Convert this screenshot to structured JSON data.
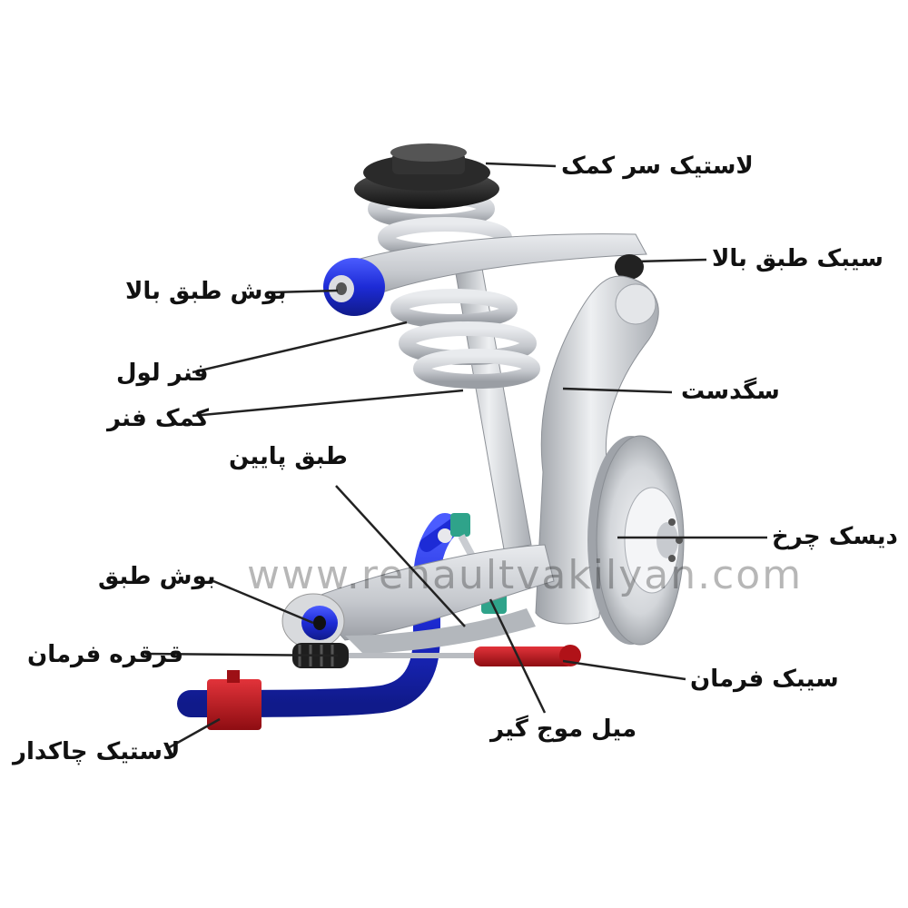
{
  "labels": {
    "strut_mount": "لاستیک سر کمک",
    "upper_ball_joint": "سیبک طبق بالا",
    "upper_arm_bushing": "بوش طبق بالا",
    "coil_spring": "فنر لول",
    "knuckle": "سگدست",
    "shock_absorber": "کمک فنر",
    "lower_arm": "طبق پایین",
    "brake_disc": "دیسک چرخ",
    "lower_arm_bushing": "بوش طبق",
    "steering_rack": "قرقره فرمان",
    "tie_rod_end": "سیبک فرمان",
    "sway_bar_link": "میل موج گیر",
    "sway_bar_bushing": "لاستیک چاکدار"
  },
  "watermark": "www.renaultvakilyan.com",
  "colors": {
    "metal": "#c9ccd1",
    "bushing_blue": "#1f2fd0",
    "sway_bar_blue": "#1d2bd6",
    "link_green": "#2fa38a",
    "red_part": "#c0141a",
    "dark_rubber": "#1b1b1b"
  }
}
